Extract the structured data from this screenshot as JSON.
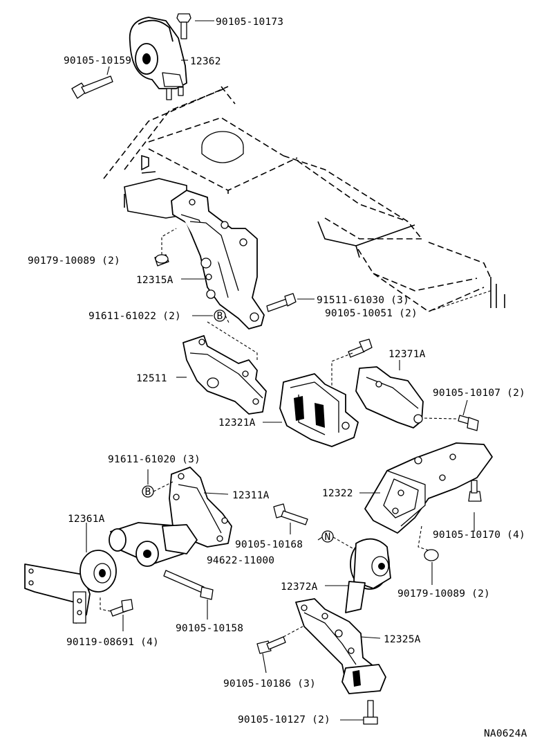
{
  "diagram_id": "NA0624A",
  "callouts": {
    "c01": "90105-10173",
    "c02": "90105-10159",
    "c03": "12362",
    "c04": "90179-10089 (2)",
    "c05": "12315A",
    "c06": "91511-61030 (3)",
    "c07": "91611-61022 (2)",
    "c08": "90105-10051 (2)",
    "c09": "12371A",
    "c10": "12511",
    "c11": "90105-10107 (2)",
    "c12": "12321A",
    "c13": "91611-61020 (3)",
    "c14": "12311A",
    "c15": "12322",
    "c16": "12361A",
    "c17": "90105-10168",
    "c18": "94622-11000",
    "c19": "90105-10170 (4)",
    "c20": "12372A",
    "c21": "90179-10089 (2)",
    "c22": "90105-10158",
    "c23": "90119-08691 (4)",
    "c24": "12325A",
    "c25": "90105-10186 (3)",
    "c26": "90105-10127 (2)"
  },
  "markers": {
    "b1": "B",
    "b2": "B",
    "n1": "N"
  },
  "icons": [
    "bolt-icon",
    "nut-icon",
    "mount-insulator-icon",
    "bracket-icon",
    "engine-block-icon"
  ]
}
